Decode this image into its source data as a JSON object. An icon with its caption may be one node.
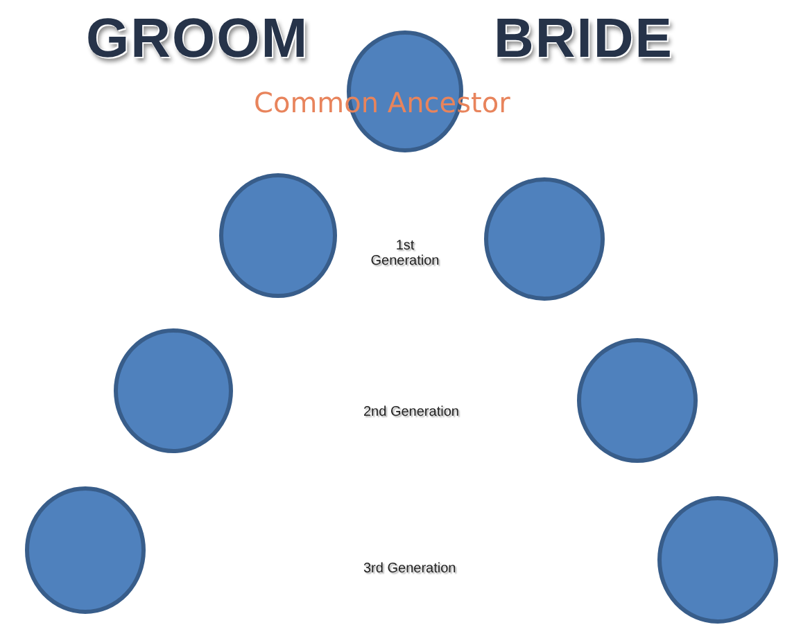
{
  "diagram": {
    "nodes": [
      {
        "text": [],
        "shape": "circle"
      },
      {
        "text": [],
        "shape": "circle"
      },
      {
        "text": [],
        "shape": "circle"
      },
      {
        "text": [],
        "shape": "circle"
      },
      {
        "text": [],
        "shape": "circle"
      },
      {
        "text": [],
        "shape": "circle"
      },
      {
        "text": [],
        "shape": "circle"
      }
    ],
    "labels": [
      "GROOM",
      "BRIDE",
      "Common Ancestor",
      "1st Generation",
      "2nd Generation",
      "3rd Generation"
    ]
  }
}
